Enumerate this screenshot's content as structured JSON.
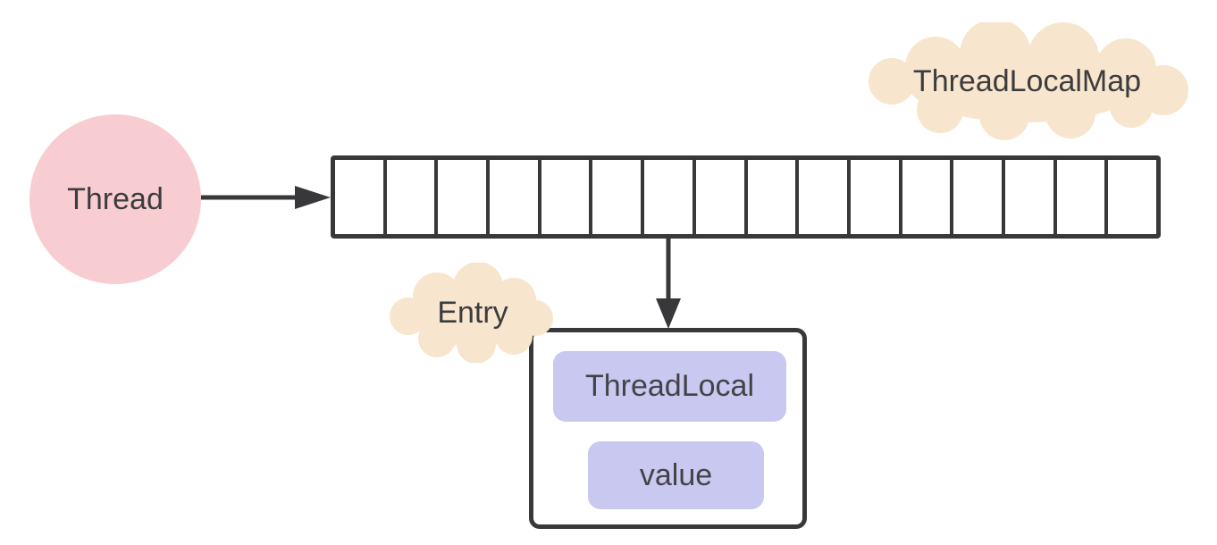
{
  "diagram": {
    "thread_label": "Thread",
    "map_label": "ThreadLocalMap",
    "entry_label": "Entry",
    "entry_fields": {
      "key": "ThreadLocal",
      "value": "value"
    },
    "array": {
      "cell_count": 16
    }
  },
  "colors": {
    "background": "#ffffff",
    "thread_circle": "#f7cdd2",
    "cloud": "#f8e5cd",
    "field_chip": "#c9c8f1",
    "stroke": "#38383a",
    "text": "#3c3c3e"
  }
}
